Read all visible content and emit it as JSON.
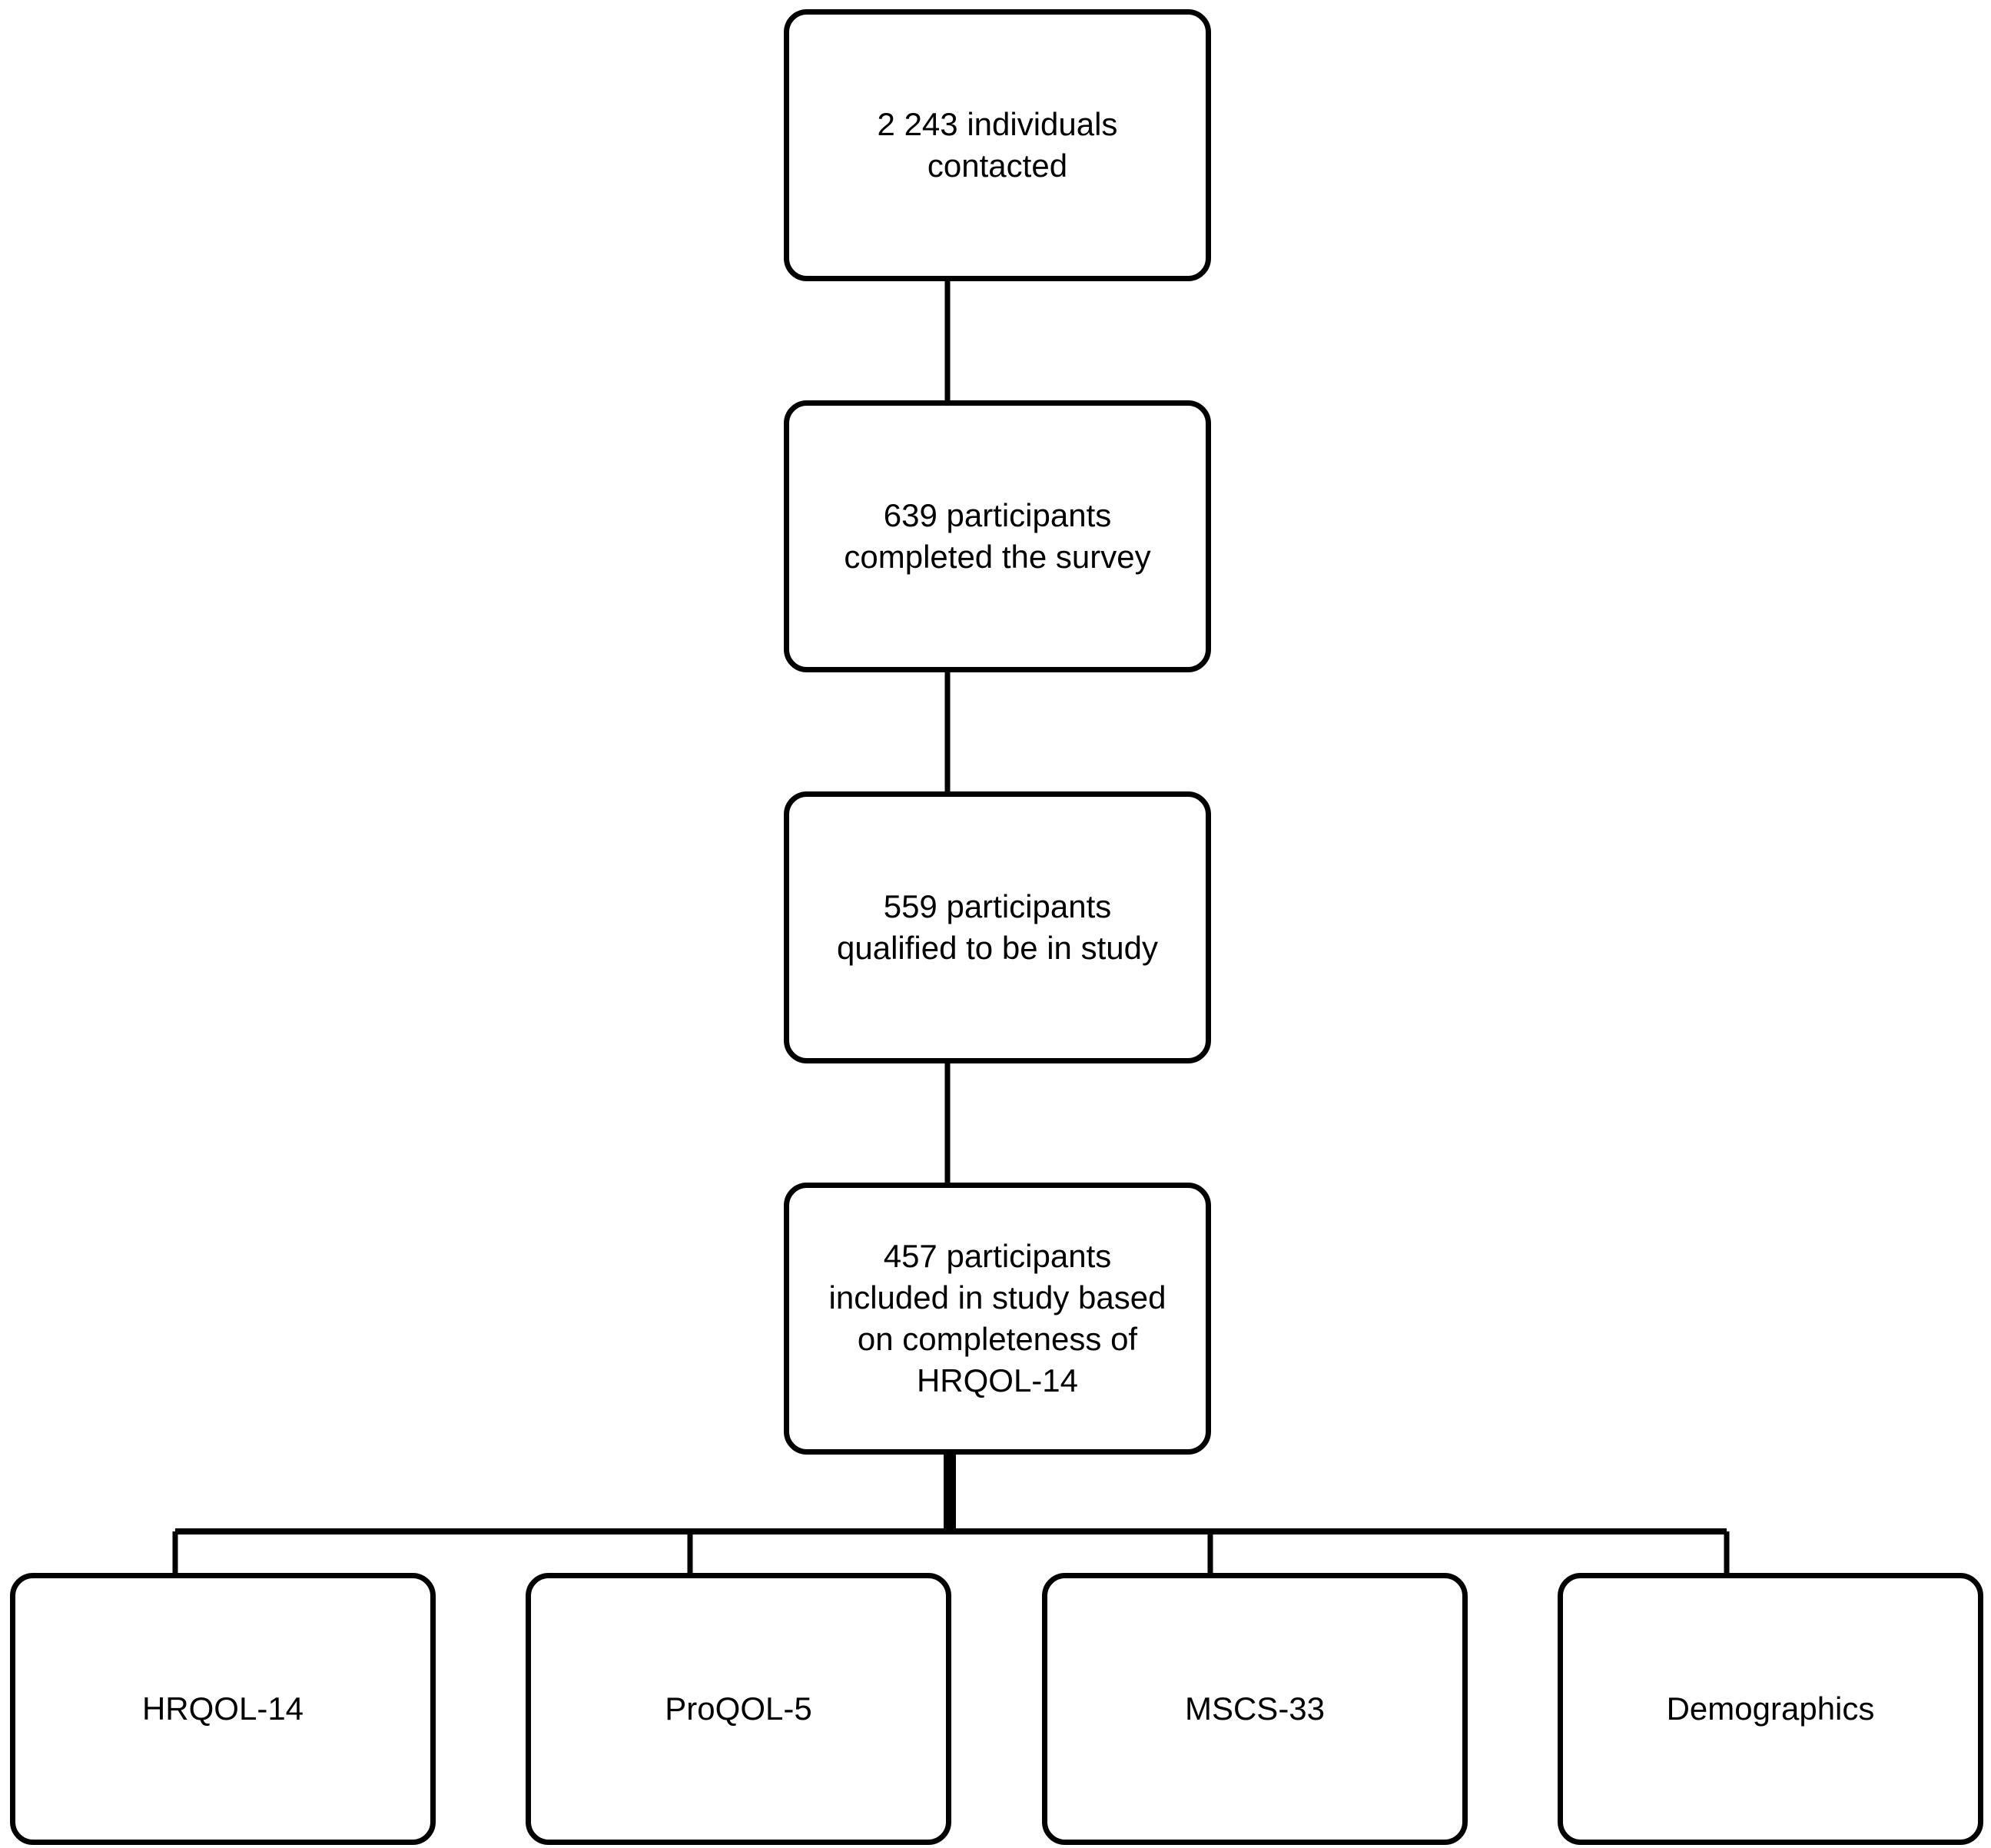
{
  "flow": {
    "steps": [
      {
        "text": "2 243 individuals\ncontacted"
      },
      {
        "text": "639 participants\ncompleted the survey"
      },
      {
        "text": "559 participants\nqualified to be in study"
      },
      {
        "text": "457 participants\nincluded in study based\non completeness of\nHRQOL-14"
      }
    ],
    "branches": [
      {
        "text": "HRQOL-14"
      },
      {
        "text": "ProQOL-5"
      },
      {
        "text": "MSCS-33"
      },
      {
        "text": "Demographics"
      }
    ]
  },
  "colors": {
    "line": "#000000",
    "box_fill": "#ffffff",
    "text": "#000000"
  }
}
